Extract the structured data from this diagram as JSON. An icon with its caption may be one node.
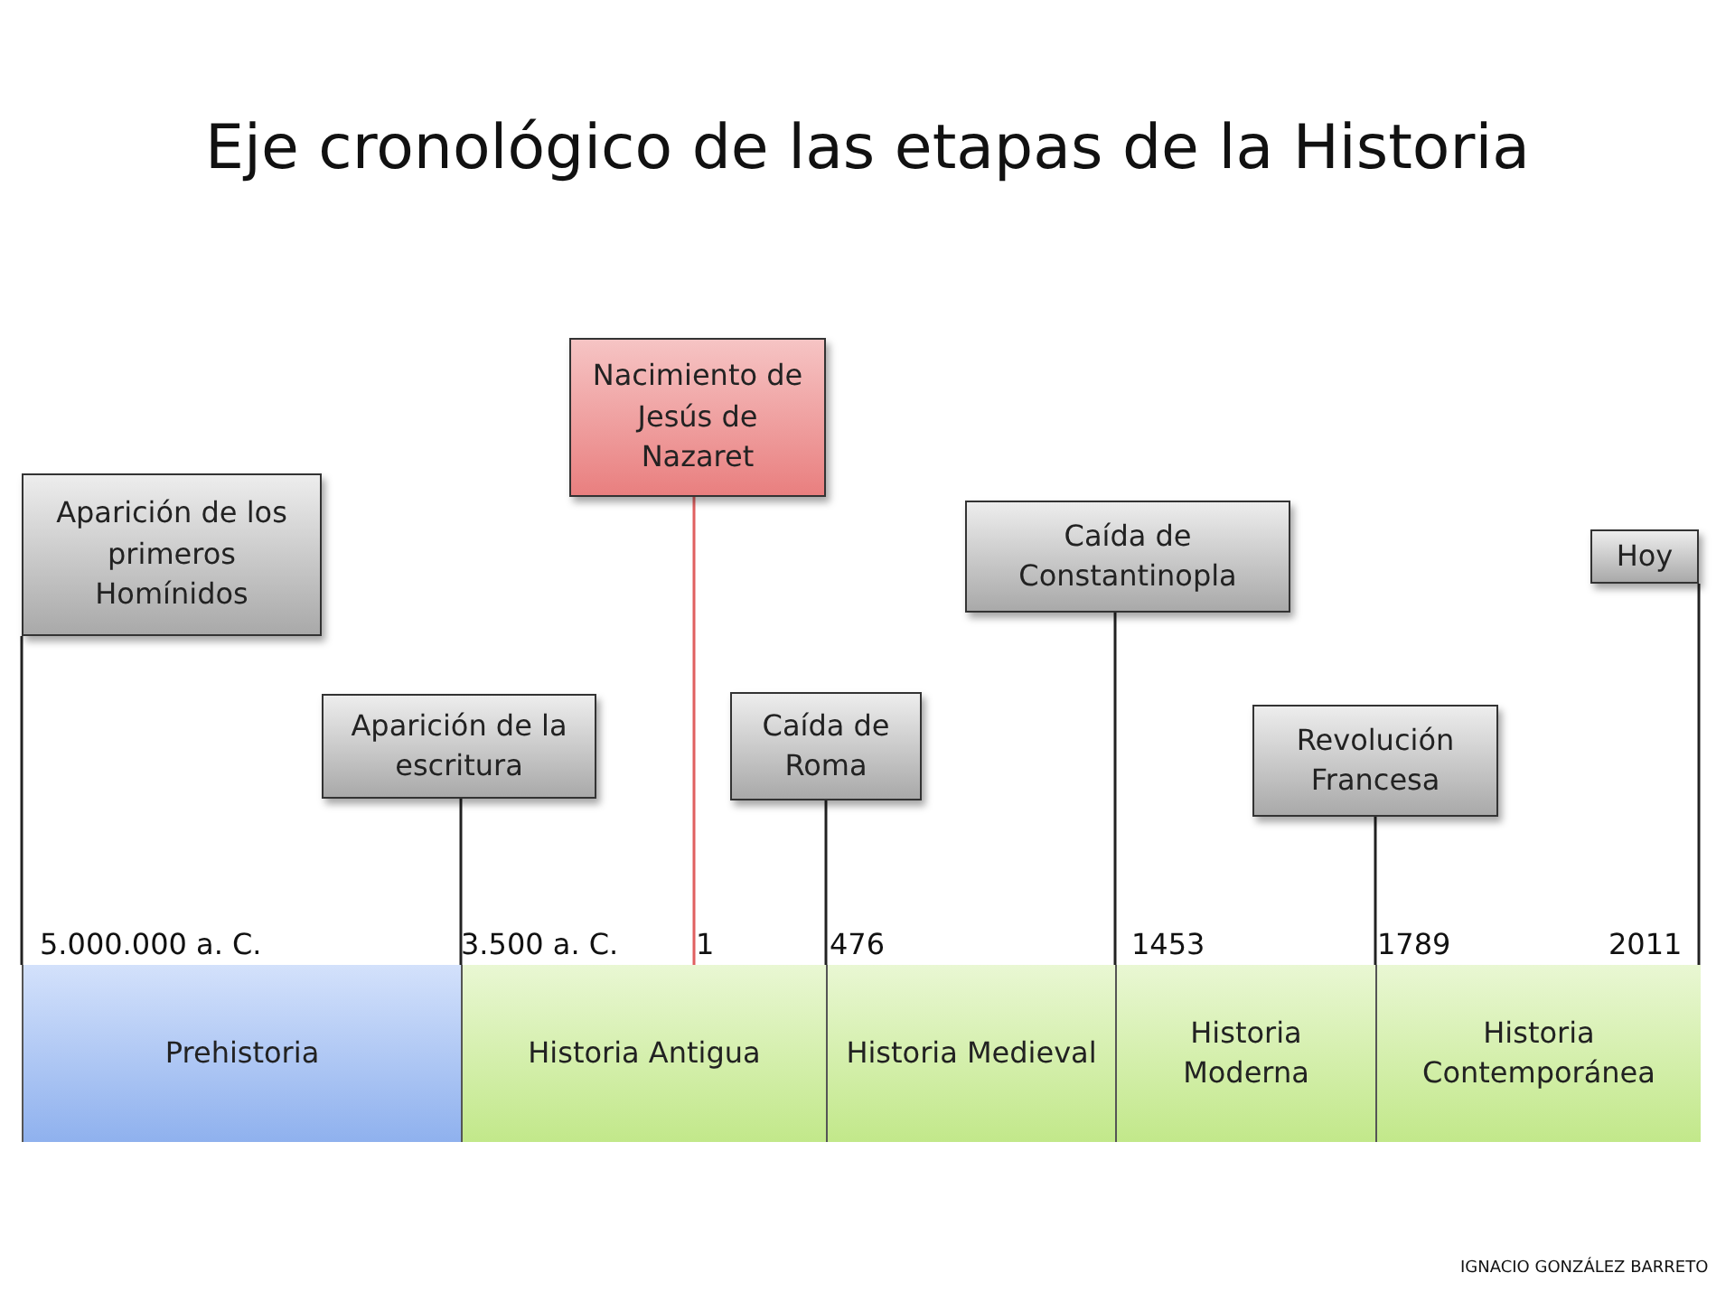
{
  "diagram": {
    "title": "Eje cronológico de las etapas de la Historia",
    "nodes": [
      {
        "text": [
          "Aparición de los primeros Homínidos"
        ]
      },
      {
        "text": [
          "Aparición de la escritura"
        ]
      },
      {
        "text": [
          "Nacimiento de Jesús de Nazaret"
        ]
      },
      {
        "text": [
          "Caída de Roma"
        ]
      },
      {
        "text": [
          "Caída de Constantinopla"
        ]
      },
      {
        "text": [
          "Revolución Francesa"
        ]
      },
      {
        "text": [
          "Hoy"
        ]
      },
      {
        "text": [
          "Prehistoria"
        ]
      },
      {
        "text": [
          "Historia Antigua"
        ]
      },
      {
        "text": [
          "Historia Medieval"
        ]
      },
      {
        "text": [
          "Historia Moderna"
        ]
      },
      {
        "text": [
          "Historia Contemporánea"
        ]
      }
    ],
    "edges": [
      {
        "from": 0,
        "to": 7,
        "arrow": "none"
      },
      {
        "from": 1,
        "to": 8,
        "arrow": "none"
      },
      {
        "from": 2,
        "to": 8,
        "arrow": "none",
        "color": "#e06060"
      },
      {
        "from": 3,
        "to": 9,
        "arrow": "none"
      },
      {
        "from": 4,
        "to": 10,
        "arrow": "none"
      },
      {
        "from": 5,
        "to": 11,
        "arrow": "none"
      },
      {
        "from": 6,
        "to": 11,
        "arrow": "none"
      }
    ],
    "labels": [
      "5.000.000 a. C.",
      "3.500 a. C.",
      "1",
      "476",
      "1453",
      "1789",
      "2011",
      "IGNACIO GONZÁLEZ BARRETO"
    ]
  }
}
